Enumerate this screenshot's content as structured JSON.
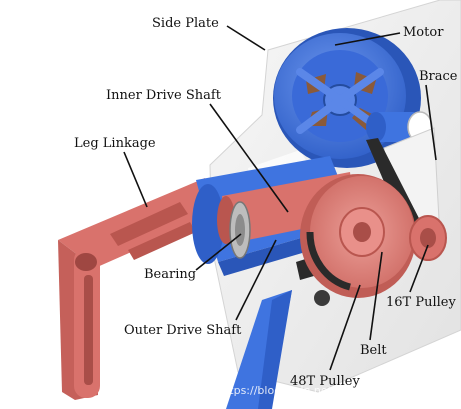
{
  "labels": {
    "side_plate": "Side Plate",
    "motor": "Motor",
    "brace": "Brace",
    "inner_drive_shaft": "Inner Drive Shaft",
    "leg_linkage": "Leg Linkage",
    "bearing": "Bearing",
    "outer_drive_shaft": "Outer Drive Shaft",
    "pulley_16t": "16T Pulley",
    "belt": "Belt",
    "pulley_48t": "48T Pulley"
  },
  "watermark": "https://blog.csdn.net/weixin_47538147",
  "colors": {
    "motor_blue": "#3f74e0",
    "linkage_red": "#d9726c",
    "plate_grey": "#eeeeee",
    "belt_dark": "#2a2a2a"
  }
}
